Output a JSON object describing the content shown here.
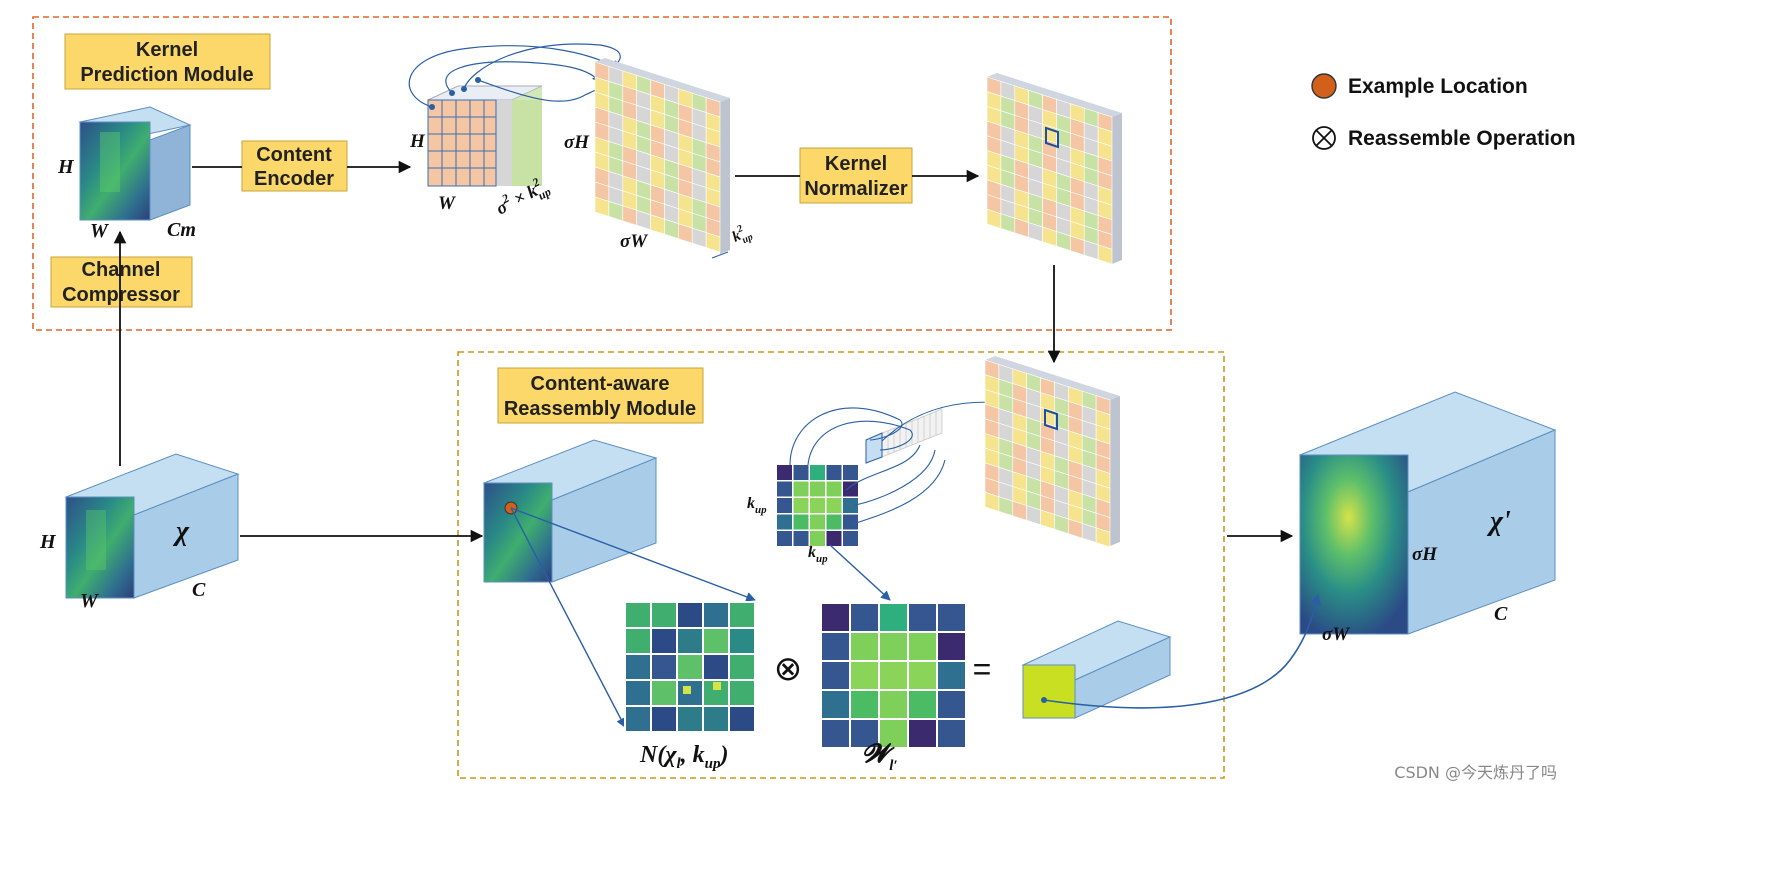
{
  "modules": {
    "kernel_prediction": [
      "Kernel",
      "Prediction Module"
    ],
    "channel_compressor": [
      "Channel",
      "Compressor"
    ],
    "content_encoder": [
      "Content",
      "Encoder"
    ],
    "kernel_normalizer": [
      "Kernel",
      "Normalizer"
    ],
    "reassembly": [
      "Content-aware",
      "Reassembly Module"
    ]
  },
  "legend": {
    "example_location": "Example Location",
    "reassemble_operation": "Reassemble Operation"
  },
  "labels": {
    "H": "H",
    "W": "W",
    "Cm": "Cm",
    "C": "C",
    "chi": "χ",
    "chi_prime": "χ'",
    "sigmaH": "σH",
    "sigmaW": "σW",
    "sigma2_kup2_a": "σ",
    "sigma2_kup2_b": "2",
    "sigma2_kup2_c": " × k",
    "sigma2_kup2_d": "2",
    "sigma2_kup2_e": "up",
    "kup_main": "k",
    "kup_sub": "up",
    "kup2_sup": "2",
    "N_text_a": "N(χ",
    "N_text_b": "l",
    "N_text_c": ", k",
    "N_text_d": "up",
    "N_text_e": ")",
    "W_text_a": "𝓦",
    "W_text_b": "l′",
    "otimes": "⊗",
    "equals": "="
  },
  "watermark": "CSDN @今天炼丹了吗",
  "colors": {
    "module_fill": "#fcd86a",
    "module_stroke": "#c9a43a",
    "outer_border": "#e0672a",
    "inner_border": "#c8981e",
    "cube_front": "#a9cde9",
    "cube_side": "#8fb4d8",
    "cube_top": "#c4def2",
    "example_dot": "#d2601a",
    "arrow": "#2a5fa5",
    "check_colors": [
      "#f5c6a4",
      "#d6d6d6",
      "#f5e38d",
      "#c8e2a6"
    ]
  }
}
